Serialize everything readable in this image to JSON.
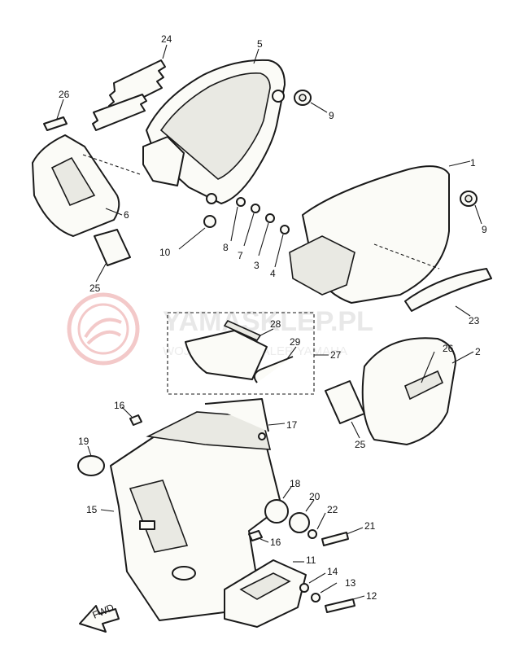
{
  "watermark": {
    "brand": "YAMASKLEP.PL",
    "tagline": "WOJCIECH ... DEALER YAMAHA"
  },
  "diagram": {
    "front_marker": "FWD",
    "callouts": {
      "c1": "1",
      "c2": "2",
      "c3": "3",
      "c4": "4",
      "c5": "5",
      "c6": "6",
      "c7": "7",
      "c8": "8",
      "c9a": "9",
      "c9b": "9",
      "c10": "10",
      "c11": "11",
      "c12": "12",
      "c13": "13",
      "c14": "14",
      "c15": "15",
      "c16a": "16",
      "c16b": "16",
      "c17": "17",
      "c18": "18",
      "c19": "19",
      "c20": "20",
      "c21": "21",
      "c22": "22",
      "c23": "23",
      "c24": "24",
      "c25a": "25",
      "c25b": "25",
      "c26a": "26",
      "c26b": "26",
      "c27": "27",
      "c28": "28",
      "c29": "29"
    }
  }
}
